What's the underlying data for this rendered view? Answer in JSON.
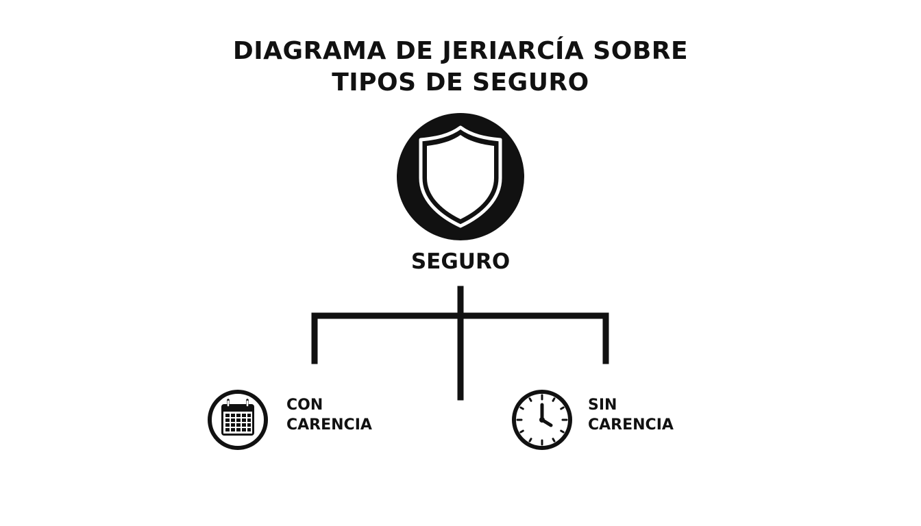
{
  "title": {
    "line1": "DIAGRAMA DE JERIARCÍA SOBRE",
    "line2": "TIPOS DE SEGURO"
  },
  "root": {
    "label": "SEGURO",
    "icon": "shield-icon"
  },
  "children": [
    {
      "line1": "CON",
      "line2": "CARENCIA",
      "icon": "calendar-icon"
    },
    {
      "line1": "SIN",
      "line2": "CARENCIA",
      "icon": "clock-icon"
    }
  ],
  "colors": {
    "ink": "#111111",
    "background": "#ffffff"
  }
}
